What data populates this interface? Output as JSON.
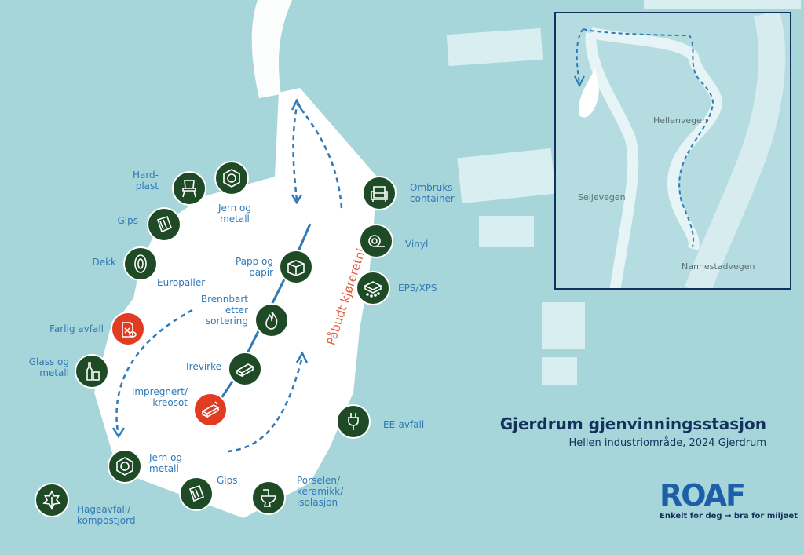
{
  "title": "Gjerdrum gjenvinningsstasjon",
  "subtitle": "Hellen industriområde, 2024 Gjerdrum",
  "direction_label": "Påbudt kjøreretning",
  "logo": {
    "word": "ROAF",
    "tagline": "Enkelt for deg → bra for miljøet"
  },
  "colors": {
    "water": "#a6d5da",
    "site": "#ffffff",
    "icon_green": "#1e4a26",
    "hazard_red": "#e13b22",
    "label_blue": "#2f79b6",
    "navy": "#13315c"
  },
  "stations": [
    {
      "id": "hardplast",
      "label": "Hard-\nplast",
      "icon": "chair-icon",
      "hazard": false
    },
    {
      "id": "jern-metall-top",
      "label": "Jern og\nmetall",
      "icon": "hex-nut-icon",
      "hazard": false
    },
    {
      "id": "gips-top",
      "label": "Gips",
      "icon": "gypsum-board-icon",
      "hazard": false
    },
    {
      "id": "dekk",
      "label": "Dekk",
      "icon": "tire-icon",
      "hazard": false
    },
    {
      "id": "europaller",
      "label": "Europaller",
      "icon": "",
      "hazard": false
    },
    {
      "id": "farlig-avfall",
      "label": "Farlig avfall",
      "icon": "hazard-canister-icon",
      "hazard": true
    },
    {
      "id": "glass-metall",
      "label": "Glass og\nmetall",
      "icon": "bottles-icon",
      "hazard": false
    },
    {
      "id": "papp-papir",
      "label": "Papp og\npapir",
      "icon": "cardboard-box-icon",
      "hazard": false
    },
    {
      "id": "brennbart",
      "label": "Brennbart\netter\nsortering",
      "icon": "flame-icon",
      "hazard": false
    },
    {
      "id": "trevirke",
      "label": "Trevirke",
      "icon": "wood-plank-icon",
      "hazard": false
    },
    {
      "id": "impregnert",
      "label": "impregnert/\nkreosot",
      "icon": "impregnated-wood-icon",
      "hazard": true
    },
    {
      "id": "ombruk",
      "label": "Ombruks-\ncontainer",
      "icon": "armchair-icon",
      "hazard": false
    },
    {
      "id": "vinyl",
      "label": "Vinyl",
      "icon": "vinyl-roll-icon",
      "hazard": false
    },
    {
      "id": "eps-xps",
      "label": "EPS/XPS",
      "icon": "styrofoam-icon",
      "hazard": false
    },
    {
      "id": "ee-avfall",
      "label": "EE-avfall",
      "icon": "plug-icon",
      "hazard": false
    },
    {
      "id": "jern-metall-bottom",
      "label": "Jern og\nmetall",
      "icon": "hex-nut-icon",
      "hazard": false
    },
    {
      "id": "gips-bottom",
      "label": "Gips",
      "icon": "gypsum-board-icon",
      "hazard": false
    },
    {
      "id": "porselen",
      "label": "Porselen/\nkeramikk/\nisolasjon",
      "icon": "toilet-icon",
      "hazard": false
    },
    {
      "id": "hageavfall",
      "label": "Hageavfall/\nkompostjord",
      "icon": "leaf-icon",
      "hazard": false
    }
  ],
  "inset_roads": {
    "hellenvegen": "Hellenvegen",
    "seljevegen": "Seljevegen",
    "nannestadvegen": "Nannestadvegen"
  }
}
